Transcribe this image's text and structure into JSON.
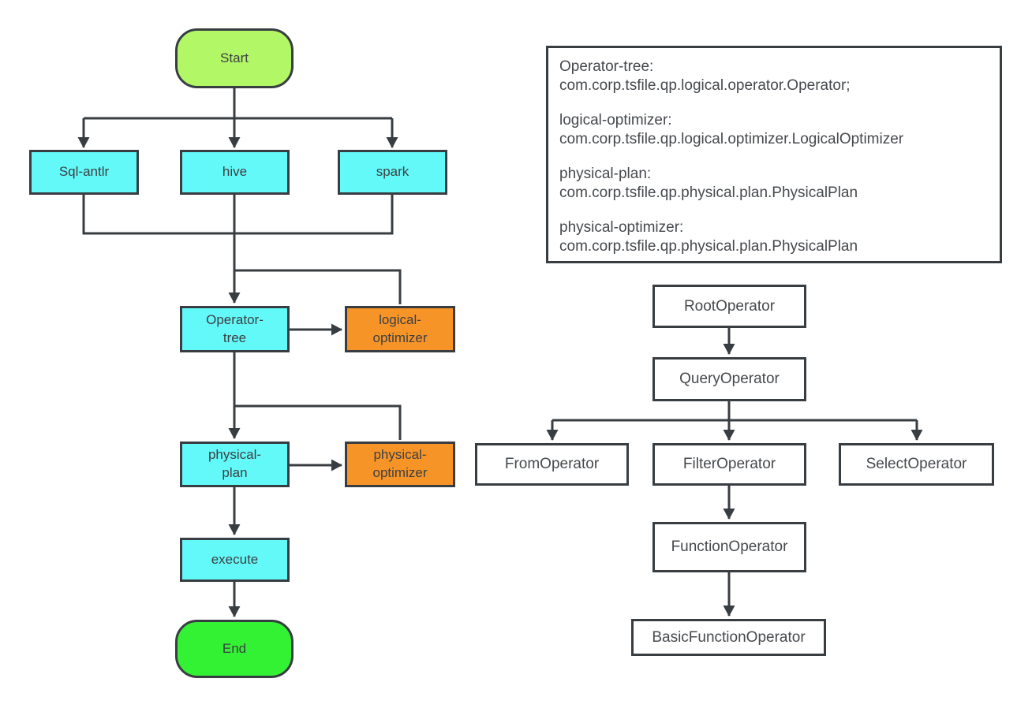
{
  "colors": {
    "line_color": "#383d42",
    "start_fill": "#b2f766",
    "end_fill": "#33f233",
    "process_fill": "#63f9f9",
    "optimizer_fill": "#f79428",
    "node_border": "#383d42",
    "canvas_bg": "#ffffff"
  },
  "flowchart": {
    "start_label": "Start",
    "sql_antlr_label": "Sql-antlr",
    "hive_label": "hive",
    "spark_label": "spark",
    "operator_tree_label": "Operator-\ntree",
    "logical_optimizer_label": "logical-\noptimizer",
    "physical_plan_label": "physical-\nplan",
    "physical_optimizer_label": "physical-\noptimizer",
    "execute_label": "execute",
    "end_label": "End"
  },
  "notes": {
    "entries": [
      {
        "title": "Operator-tree:",
        "path": "com.corp.tsfile.qp.logical.operator.Operator;"
      },
      {
        "title": "logical-optimizer:",
        "path": "com.corp.tsfile.qp.logical.optimizer.LogicalOptimizer"
      },
      {
        "title": "physical-plan:",
        "path": "com.corp.tsfile.qp.physical.plan.PhysicalPlan"
      },
      {
        "title": "physical-optimizer:",
        "path": "com.corp.tsfile.qp.physical.plan.PhysicalPlan"
      }
    ]
  },
  "operator_hierarchy": {
    "root_label": "RootOperator",
    "query_label": "QueryOperator",
    "from_label": "FromOperator",
    "filter_label": "FilterOperator",
    "select_label": "SelectOperator",
    "function_label": "FunctionOperator",
    "basic_function_label": "BasicFunctionOperator"
  }
}
